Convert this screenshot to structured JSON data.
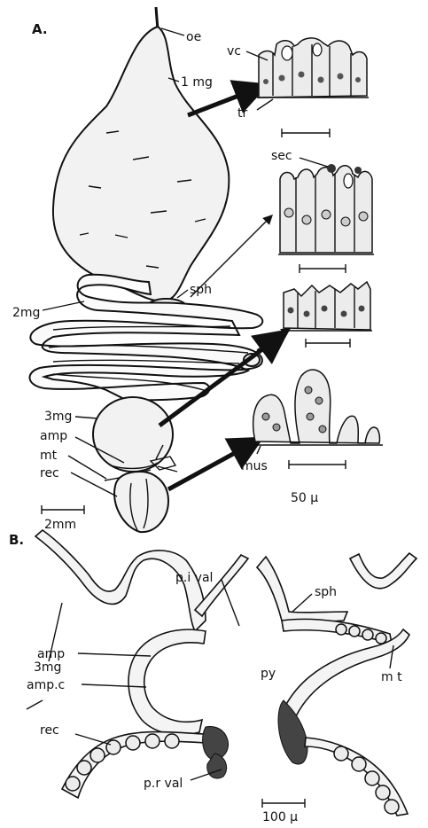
{
  "panel_a": {
    "panel_label": "A.",
    "labels": {
      "oe": "oe",
      "mg1": "1 mg",
      "vc": "vc",
      "tr": "tr",
      "sec": "sec",
      "sph": "sph",
      "mg2": "2mg",
      "mg3": "3mg",
      "amp": "amp",
      "mt": "mt",
      "rec": "rec",
      "mus": "mus"
    },
    "scale_bars": {
      "body": "2mm",
      "cells": "50 µ"
    }
  },
  "panel_b": {
    "panel_label": "B.",
    "labels": {
      "mg3": "3mg",
      "amp": "amp",
      "amp_c": "amp.c",
      "rec": "rec",
      "pi_val": "p.i val",
      "sph": "sph",
      "py": "py",
      "mt": "m t",
      "pr_val": "p.r val"
    },
    "scale_bar": "100 µ"
  }
}
